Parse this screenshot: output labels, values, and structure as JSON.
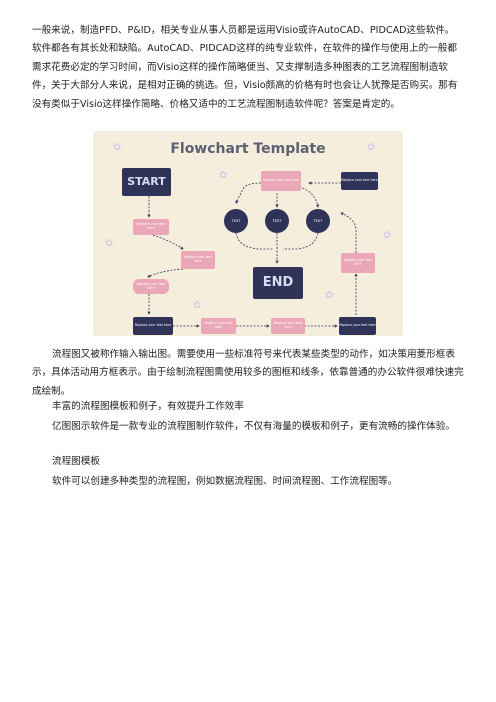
{
  "intro": "一般来说，制造PFD、P&ID，相关专业从事人员都是运用Visio或许AutoCAD、PIDCAD这些软件。软件都各有其长处和缺陷。AutoCAD、PIDCAD这样的纯专业软件，在软件的操作与使用上的一般都需求花费必定的学习时间，而Visio这样的操作简略便当、又支撑制造多种图表的工艺流程图制造软件，关于大部分人来说，是相对正确的挑选。但，Visio颇高的价格有时也会让人犹豫是否购买。那有没有类似于Visio这样操作简略、价格又适中的工艺流程图制造软件呢？答案是肯定的。",
  "figure": {
    "title": "Flowchart Template",
    "start_label": "START",
    "end_label": "END",
    "text_circles": [
      "TEXT",
      "TEXT",
      "TEXT"
    ],
    "placeholder": "Replace your text here"
  },
  "para2": "流程图又被称作输入输出图。需要使用一些标准符号来代表某些类型的动作，如决策用菱形框表示，具体活动用方框表示。由于绘制流程图需使用较多的图框和线条，依靠普通的办公软件很难快速完成绘制。",
  "heading1": "丰富的流程图模板和例子，有效提升工作效率",
  "para3": "亿图图示软件是一款专业的流程图制作软件，不仅有海量的模板和例子，更有流畅的操作体验。",
  "heading2": "流程图模板",
  "para4": "软件可以创建多种类型的流程图，例如数据流程图、时间流程图、工作流程图等。",
  "colors": {
    "pink": "#eaa7b8",
    "navy": "#2f3357",
    "panel": "#f6eedd"
  }
}
